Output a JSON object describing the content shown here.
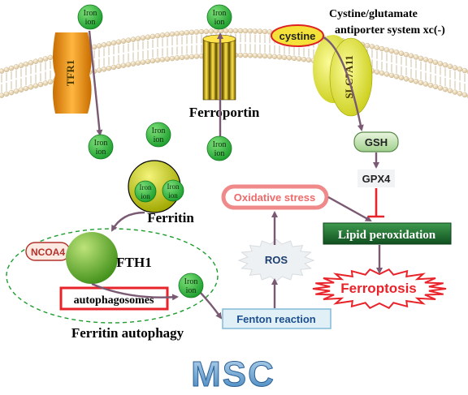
{
  "iron_label": [
    "Iron",
    "ion"
  ],
  "tfr1": "TFR1",
  "ferroportin": "Ferroportin",
  "slc7a11": "SLC7A11",
  "antiporter": [
    "Cystine/glutamate",
    "antiporter system xc(-)"
  ],
  "cystine": "cystine",
  "gsh": "GSH",
  "gpx4": "GPX4",
  "ferritin": "Ferritin",
  "ncoa4": "NCOA4",
  "fth1": "FTH1",
  "autophagosomes": "autophagosomes",
  "ferritin_autophagy": "Ferritin autophagy",
  "oxidative_stress": "Oxidative stress",
  "ros": "ROS",
  "fenton_reaction": "Fenton reaction",
  "lipid_peroxidation": "Lipid peroxidation",
  "ferroptosis": "Ferroptosis",
  "msc": "MSC",
  "colors": {
    "iron": "#2db83a",
    "membrane": "#e7d6b3",
    "arrow": "#7a5a72",
    "inhibit": "#e8232a",
    "lipid_box": "#1f6b30",
    "oxidative": "#f08a8a"
  }
}
